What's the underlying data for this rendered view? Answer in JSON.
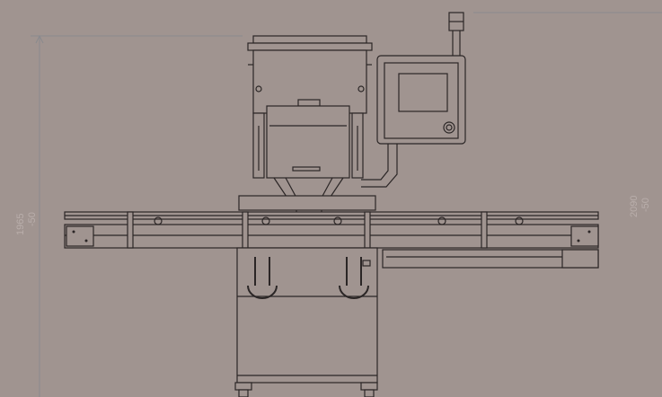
{
  "drawing": {
    "dim_left_main": "1965",
    "dim_left_tol": "-50",
    "dim_right_main": "2090",
    "dim_right_tol": "-50"
  },
  "colors": {
    "background": "#a09490",
    "line": "#2b2626",
    "dimension": "#8a8a8e",
    "dimension_text": "#b9aeab"
  }
}
